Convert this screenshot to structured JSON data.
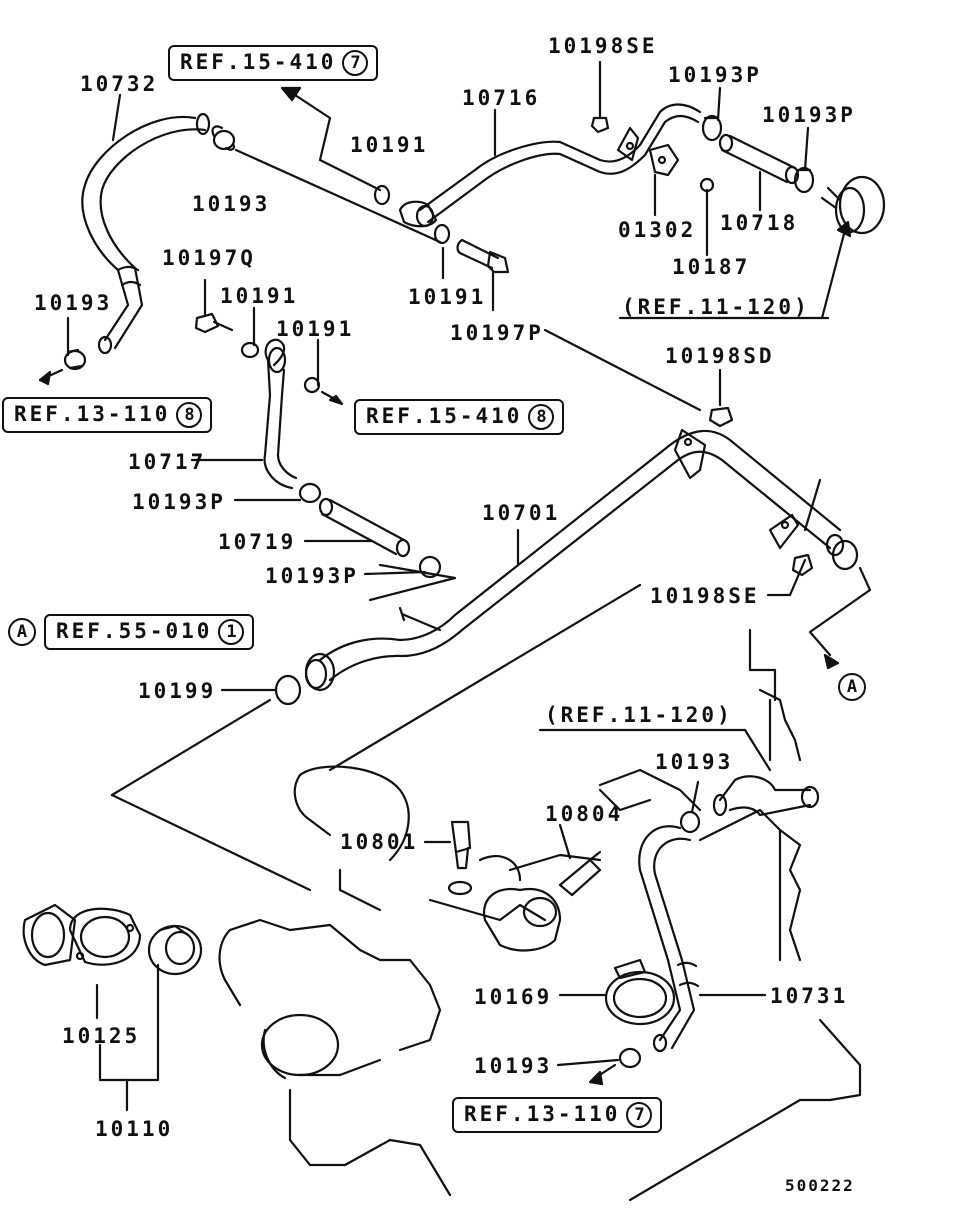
{
  "diagram_code": "500222",
  "part_labels": {
    "p10732": "10732",
    "p10193_a": "10193",
    "p10193_b": "10193",
    "p10191_a": "10191",
    "p10191_b": "10191",
    "p10191_c": "10191",
    "p10191_d": "10191",
    "p10716": "10716",
    "p10198SE_a": "10198SE",
    "p10193P_a": "10193P",
    "p10193P_b": "10193P",
    "p01302": "01302",
    "p10718": "10718",
    "p10187": "10187",
    "p10197Q": "10197Q",
    "p10197P": "10197P",
    "p10198SD": "10198SD",
    "p10717": "10717",
    "p10193P_c": "10193P",
    "p10719": "10719",
    "p10193P_d": "10193P",
    "p10701": "10701",
    "p10198SE_b": "10198SE",
    "p10199": "10199",
    "p10193_c": "10193",
    "p10804": "10804",
    "p10801": "10801",
    "p10169": "10169",
    "p10731": "10731",
    "p10193_d": "10193",
    "p10125": "10125",
    "p10110": "10110"
  },
  "references": {
    "ref_15_410_top": {
      "text": "REF.15-410",
      "num": "7"
    },
    "ref_13_110_left": {
      "text": "REF.13-110",
      "num": "8"
    },
    "ref_15_410_mid": {
      "text": "REF.15-410",
      "num": "8"
    },
    "ref_55_010": {
      "text": "REF.55-010",
      "num": "1"
    },
    "ref_13_110_bottom": {
      "text": "REF.13-110",
      "num": "7"
    },
    "ref_11_120_top": "(REF.11-120)",
    "ref_11_120_mid": "(REF.11-120)"
  },
  "markers": {
    "a_left": "A",
    "a_right": "A"
  }
}
